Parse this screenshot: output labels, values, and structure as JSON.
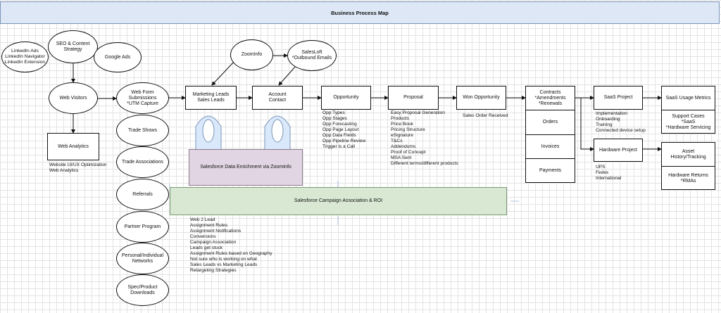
{
  "title": "Business Process Map",
  "nodes": {
    "linkedin": "LinkedIn Ads\nLinkedIn Navigator\nLinkedIn Extension",
    "seo": "SEO & Content\nStrategy",
    "google_ads": "Google Ads",
    "web_visitors": "Web Visitors",
    "web_analytics": "Web Analytics",
    "web_form": "Web Form\nSubmissions\n*UTM Capture",
    "trade_shows": "Trade Shows",
    "trade_associations": "Trade Associations",
    "referrals": "Referrals",
    "partner_program": "Partner Program",
    "personal_networks": "Personal/Individual\nNetworks",
    "spec_downloads": "Spec/Product\nDownloads",
    "zoominfo": "ZoomInfo",
    "salesloft": "SalesLoft\n*Outbound Emails",
    "marketing_leads": "Marketing Leads\nSales Leads",
    "account_contact": "Account\nContact",
    "opportunity": "Opportunity",
    "proposal": "Proposal",
    "won_opportunity": "Won Opportunity",
    "contracts": "Contracts\n*Amendments\n*Renewals",
    "orders": "Orders",
    "invoices": "Invoices",
    "payments": "Payments",
    "saas_project": "SaaS Project",
    "hardware_project": "Hardware Project",
    "saas_metrics": "SaaS Usage Metrics",
    "support_cases": "Support Cases\n*SaaS\n*Hardware Servicing",
    "asset_history": "Asset\nHistory/Tracking",
    "hardware_returns": "Hardware Returns\n*RMAs",
    "enrichment": "Salesforce Data Enrichment via ZoomInfo",
    "campaign": "Salesforce Campaign Association & ROI"
  },
  "notes": {
    "website_opt": "Website UI/UX Optimization\nWeb Analytics",
    "opp_notes": "Opp Types\nOpp Stages\nOpp Forecasting\nOpp Page Layout\nOpp Data Fields\nOpp Pipeline Review\nTrigger is a Call",
    "proposal_notes": "Easy Proposal Generation\nProducts\nPrice Book\nPricing Structure\neSignature\nT&Cs\nAddendums\nProof of Concept\nMSA Sent\nDifferent terms/different products",
    "sales_order": "Sales Order Received",
    "saas_notes": "Implementation\nOnboarding\nTraining\nConnected device setup",
    "hardware_notes": "UPS\nFedex\nInternational",
    "lead_notes": "Web 2 Lead\nAssignment Rules\nAssignment Notifications\nConversions\nCampaign Association\nLeads get stuck\nAssignment Rules based on Geography\nNot sure who is working on what\nSales Leads vs Marketing Leads\nRetargeting Strategies"
  },
  "colors": {
    "header_fill": "#dde7f5",
    "enrichment_fill": "#e2d5e3",
    "campaign_fill": "#d8e8d3",
    "cylinder_fill": "#dae8fc"
  }
}
